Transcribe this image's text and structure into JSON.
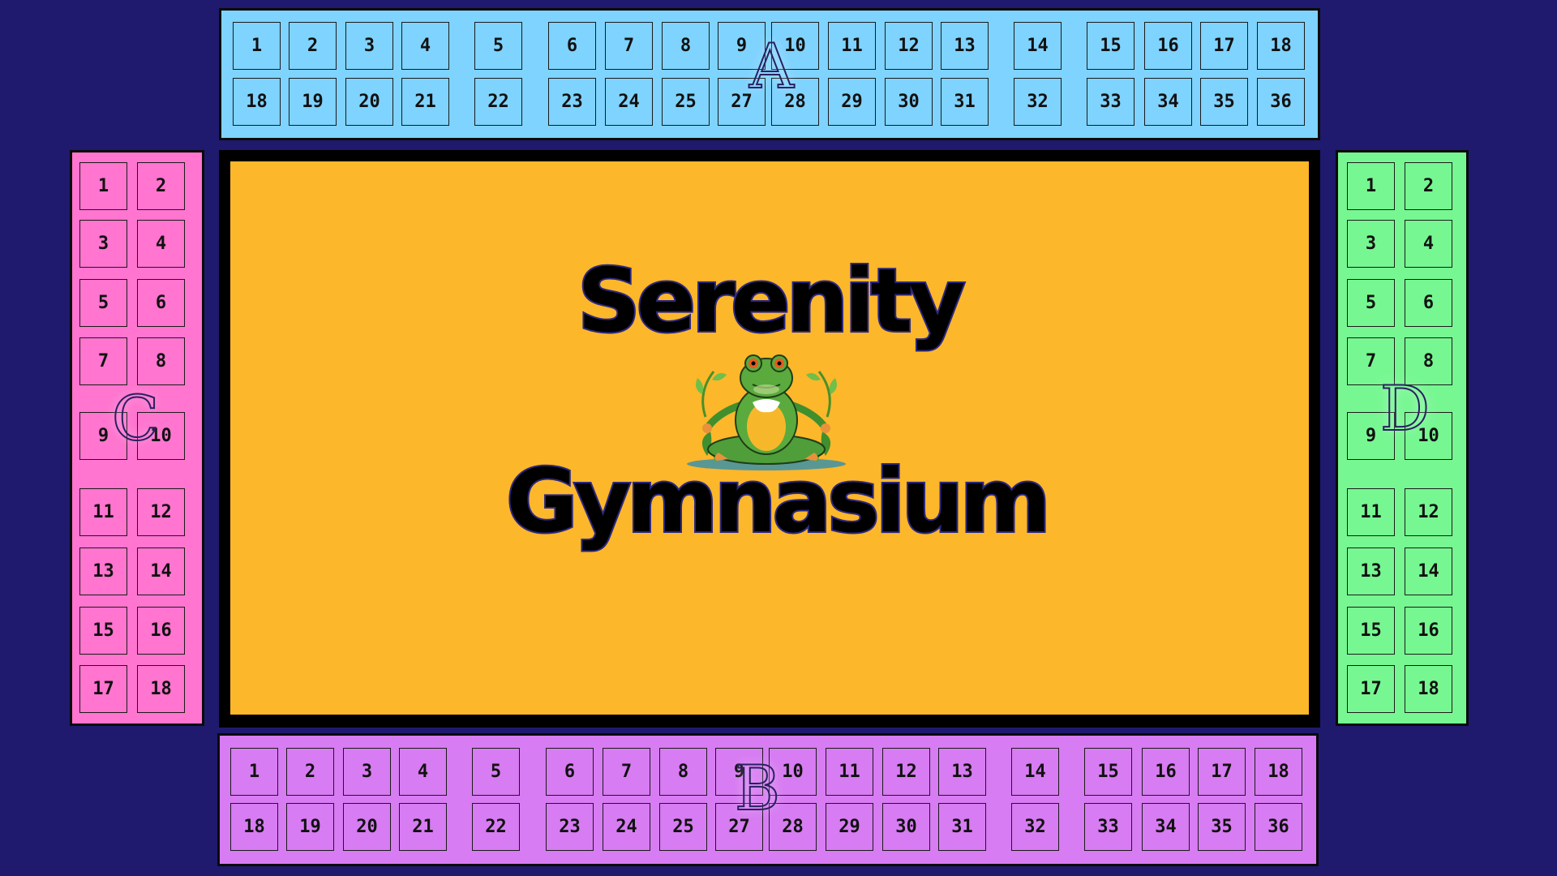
{
  "venue": {
    "title_line_1": "Serenity",
    "title_line_2": "Gymnasium",
    "mascot_icon": "meditating-frog-icon"
  },
  "colors": {
    "background": "#1f1a6e",
    "court": "#fdb72a",
    "section_a": "#7fd3ff",
    "section_b": "#d77cf2",
    "section_c": "#ff75cf",
    "section_d": "#77f792"
  },
  "sections": {
    "a": {
      "label": "A",
      "row_1": [
        "1",
        "2",
        "3",
        "4",
        "5",
        "6",
        "7",
        "8",
        "9",
        "10",
        "11",
        "12",
        "13",
        "14",
        "15",
        "16",
        "17",
        "18"
      ],
      "row_2": [
        "18",
        "19",
        "20",
        "21",
        "22",
        "23",
        "24",
        "25",
        "27",
        "28",
        "29",
        "30",
        "31",
        "32",
        "33",
        "34",
        "35",
        "36"
      ]
    },
    "b": {
      "label": "B",
      "row_1": [
        "1",
        "2",
        "3",
        "4",
        "5",
        "6",
        "7",
        "8",
        "9",
        "10",
        "11",
        "12",
        "13",
        "14",
        "15",
        "16",
        "17",
        "18"
      ],
      "row_2": [
        "18",
        "19",
        "20",
        "21",
        "22",
        "23",
        "24",
        "25",
        "27",
        "28",
        "29",
        "30",
        "31",
        "32",
        "33",
        "34",
        "35",
        "36"
      ]
    },
    "c": {
      "label": "C",
      "col_1": [
        "1",
        "3",
        "5",
        "7",
        "9",
        "11",
        "13",
        "15",
        "17"
      ],
      "col_2": [
        "2",
        "4",
        "6",
        "8",
        "10",
        "12",
        "14",
        "16",
        "18"
      ]
    },
    "d": {
      "label": "D",
      "col_1": [
        "1",
        "3",
        "5",
        "7",
        "9",
        "11",
        "13",
        "15",
        "17"
      ],
      "col_2": [
        "2",
        "4",
        "6",
        "8",
        "10",
        "12",
        "14",
        "16",
        "18"
      ]
    }
  }
}
